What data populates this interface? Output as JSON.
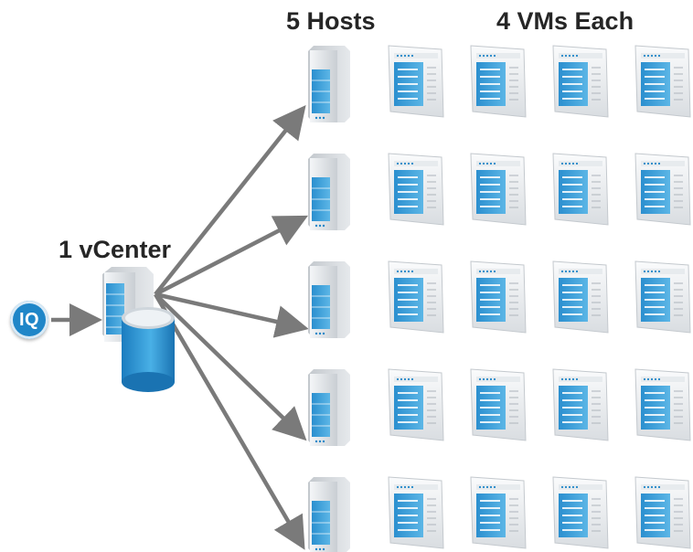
{
  "headings": {
    "hosts": "5 Hosts",
    "vms": "4 VMs Each",
    "vcenter": "1 vCenter"
  },
  "badge": {
    "text": "IQ",
    "icon": "iq-logo-icon"
  },
  "nodes": {
    "vcenter": {
      "icon": "vcenter-server-icon",
      "database_icon": "database-icon"
    },
    "host_icon": "server-tower-icon",
    "vm_icon": "virtual-machine-window-icon",
    "host_count": 5,
    "vms_per_host": 4
  },
  "colors": {
    "accent_blue": "#1f86c8",
    "arrow_gray": "#7a7a7a",
    "text": "#262626"
  }
}
